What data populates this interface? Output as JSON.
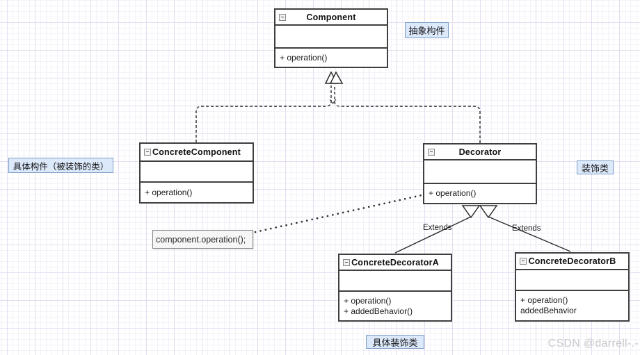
{
  "theme": {
    "box_border": "#3f3f3f",
    "line_color": "#2b2b2b",
    "label_bg": "#dce9fb",
    "label_border": "#7a9cc6",
    "note_bg": "#f6f6f6",
    "note_border": "#8a8a8a",
    "grid_minor": "#f4f1fa",
    "grid_major": "#e4ddf1",
    "watermark_color": "#c9c9c9"
  },
  "diagram": {
    "classes": [
      {
        "name": "Component",
        "methods": [
          "+ operation()"
        ]
      },
      {
        "name": "ConcreteComponent",
        "methods": [
          "+ operation()"
        ]
      },
      {
        "name": "Decorator",
        "methods": [
          "+ operation()"
        ]
      },
      {
        "name": "ConcreteDecoratorA",
        "methods": [
          "+ operation()",
          "+ addedBehavior()"
        ]
      },
      {
        "name": "ConcreteDecoratorB",
        "methods": [
          "+ operation()",
          "addedBehavior"
        ]
      }
    ],
    "annotations": {
      "abstract_component": "抽象构件",
      "concrete_component": "具体构件（被装饰的类）",
      "decorator": "装饰类",
      "concrete_decorators": "具体装饰类"
    },
    "note": "component.operation();",
    "edge_labels": [
      "Extends",
      "Extends"
    ],
    "watermark": "CSDN @darrell-.-"
  }
}
